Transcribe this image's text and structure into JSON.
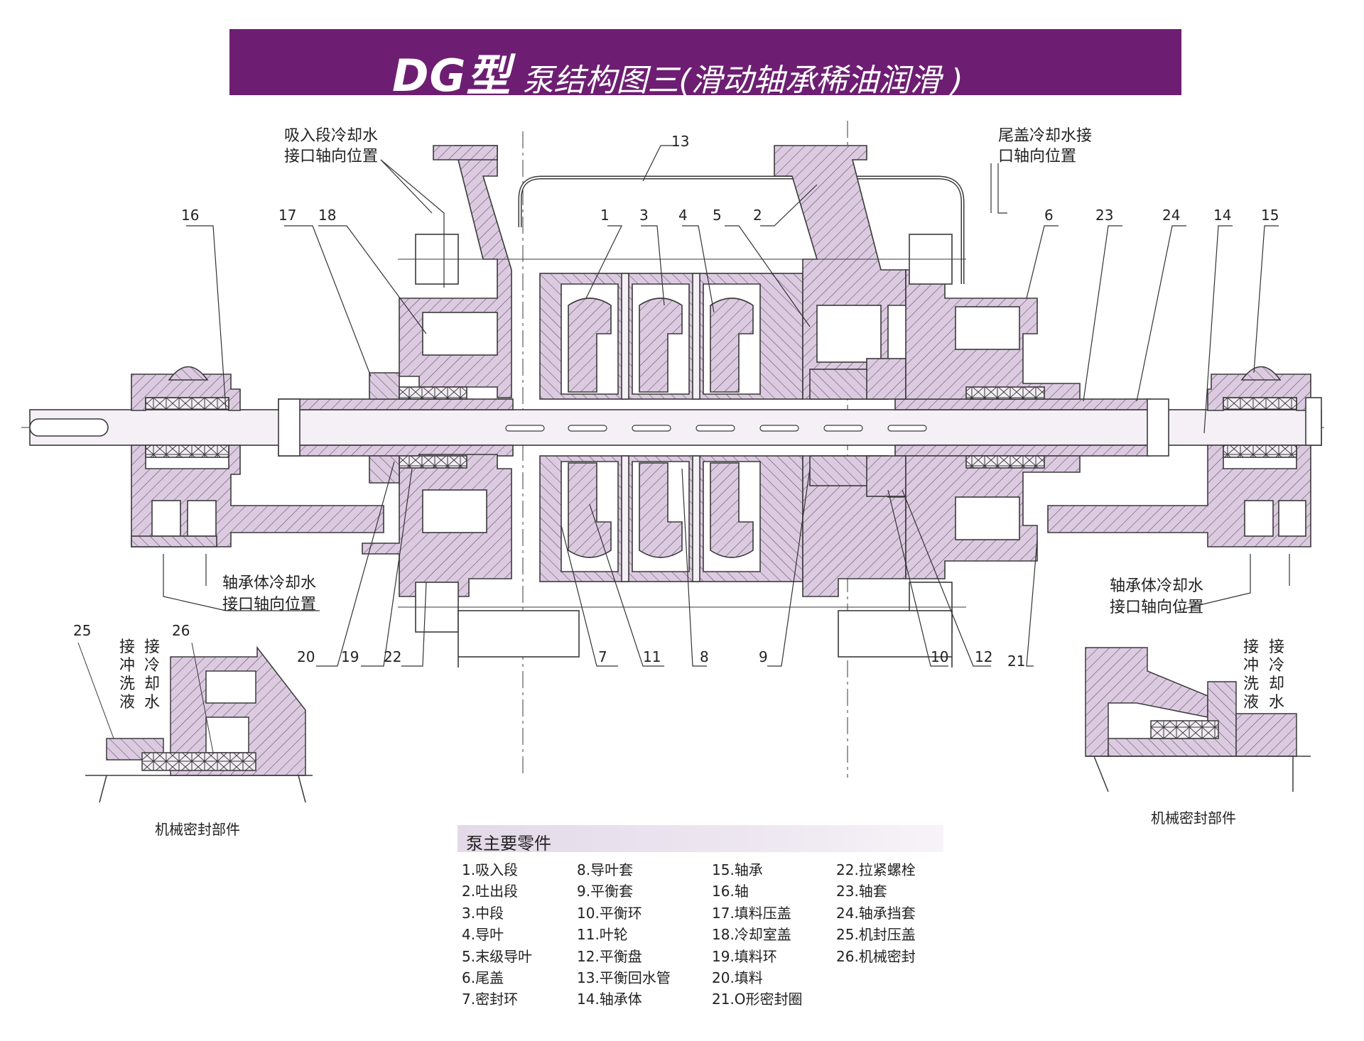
{
  "title": {
    "model": "DG型",
    "subtitle": "泵结构图三(滑动轴承稀油润滑 )"
  },
  "callouts": {
    "suction_cooling": [
      "吸入段冷却水",
      "接口轴向位置"
    ],
    "tail_cover_cooling": [
      "尾盖冷却水接",
      "口轴向位置"
    ],
    "bearing_cooling_left": [
      "轴承体冷却水",
      "接口轴向位置"
    ],
    "bearing_cooling_right": [
      "轴承体冷却水",
      "接口轴向位置"
    ]
  },
  "vertical_labels": {
    "left_a": [
      "接",
      "冲",
      "洗",
      "液"
    ],
    "left_b": [
      "接",
      "冷",
      "却",
      "水"
    ],
    "right_a": [
      "接",
      "冲",
      "洗",
      "液"
    ],
    "right_b": [
      "接",
      "冷",
      "却",
      "水"
    ]
  },
  "part_numbers": {
    "n1": "1",
    "n2": "2",
    "n3": "3",
    "n4": "4",
    "n5": "5",
    "n6": "6",
    "n7": "7",
    "n8": "8",
    "n9": "9",
    "n10": "10",
    "n11": "11",
    "n12": "12",
    "n13": "13",
    "n14": "14",
    "n15": "15",
    "n16": "16",
    "n17": "17",
    "n18": "18",
    "n19": "19",
    "n20": "20",
    "n21": "21",
    "n22": "22",
    "n23": "23",
    "n24": "24",
    "n25": "25",
    "n26": "26"
  },
  "captions": {
    "seal_left": "机械密封部件",
    "seal_right": "机械密封部件"
  },
  "parts_list": {
    "title": "泵主要零件",
    "columns": [
      [
        "1.吸入段",
        "2.吐出段",
        "3.中段",
        "4.导叶",
        "5.末级导叶",
        "6.尾盖",
        "7.密封环"
      ],
      [
        "8.导叶套",
        "9.平衡套",
        "10.平衡环",
        "11.叶轮",
        "12.平衡盘",
        "13.平衡回水管",
        "14.轴承体"
      ],
      [
        "15.轴承",
        "16.轴",
        "17.填料压盖",
        "18.冷却室盖",
        "19.填料环",
        "20.填料",
        "21.O形密封圈"
      ],
      [
        "22.拉紧螺栓",
        "23.轴套",
        "24.轴承挡套",
        "25.机封压盖",
        "26.机械密封"
      ]
    ]
  },
  "colors": {
    "banner": "#6d1e72",
    "part_fill": "#dccbe0",
    "outline": "#3a3a3a"
  }
}
